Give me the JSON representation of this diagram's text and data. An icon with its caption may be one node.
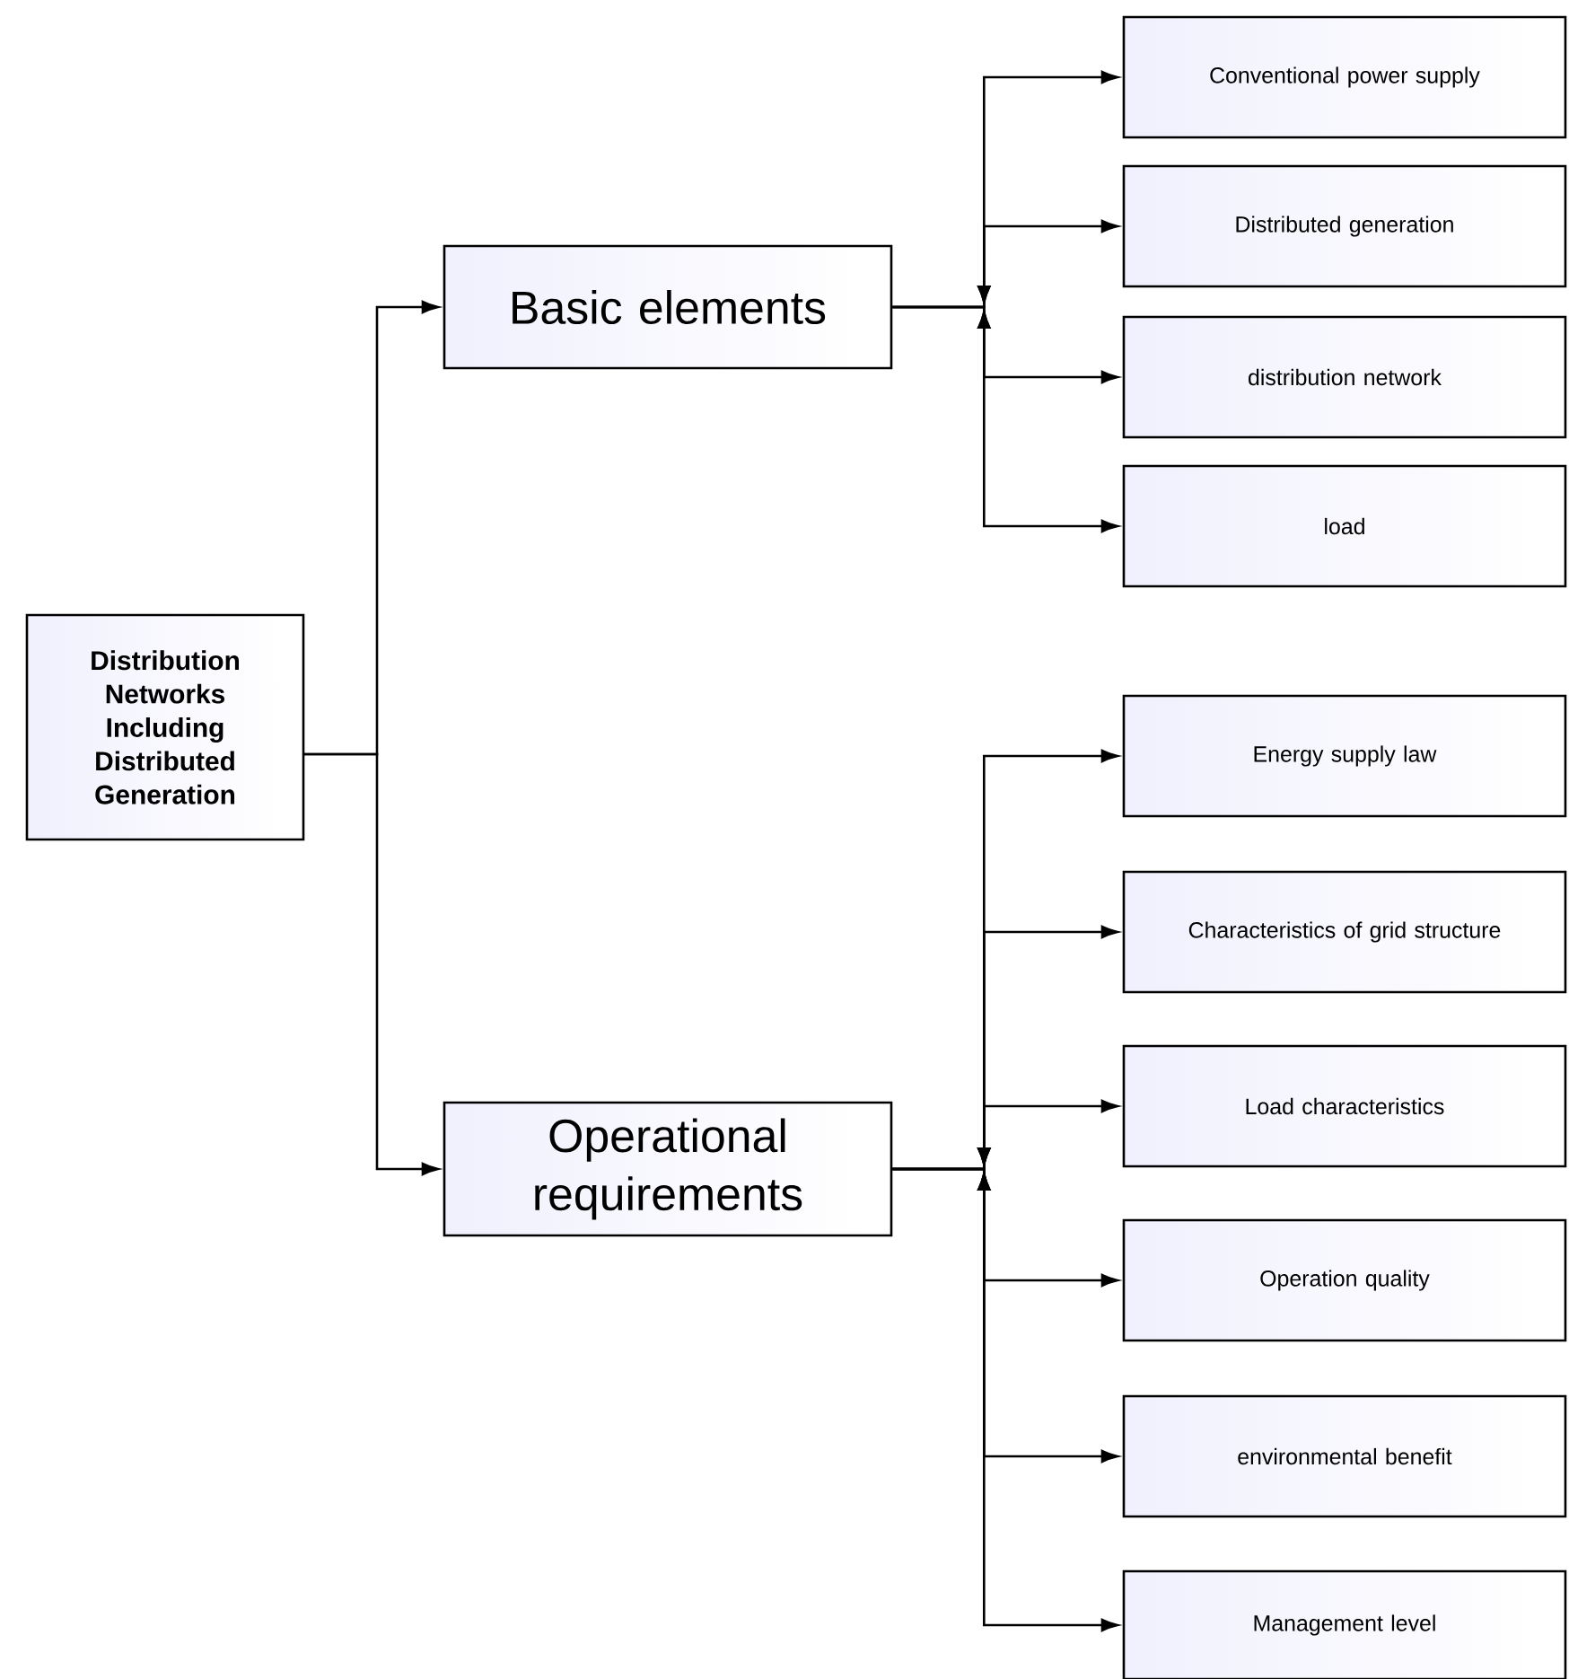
{
  "diagram": {
    "nodes": [
      {
        "text": [
          "Distribution Networks Including Distributed Generation"
        ]
      },
      {
        "text": [
          "Basic elements"
        ]
      },
      {
        "text": [
          "Operational requirements"
        ]
      },
      {
        "text": [
          "Conventional power supply"
        ]
      },
      {
        "text": [
          "Distributed generation"
        ]
      },
      {
        "text": [
          "distribution network"
        ]
      },
      {
        "text": [
          "load"
        ]
      },
      {
        "text": [
          "Energy supply law"
        ]
      },
      {
        "text": [
          "Characteristics of grid structure"
        ]
      },
      {
        "text": [
          "Load characteristics"
        ]
      },
      {
        "text": [
          "Operation quality"
        ]
      },
      {
        "text": [
          "environmental benefit"
        ]
      },
      {
        "text": [
          "Management level"
        ]
      }
    ],
    "edges": [
      {
        "from": 0,
        "to": 1,
        "arrow": "to"
      },
      {
        "from": 0,
        "to": 2,
        "arrow": "to"
      },
      {
        "from": 1,
        "to": 3,
        "arrow": "to"
      },
      {
        "from": 1,
        "to": 4,
        "arrow": "to"
      },
      {
        "from": 1,
        "to": 5,
        "arrow": "to"
      },
      {
        "from": 1,
        "to": 6,
        "arrow": "to"
      },
      {
        "from": 2,
        "to": 7,
        "arrow": "to"
      },
      {
        "from": 2,
        "to": 8,
        "arrow": "to"
      },
      {
        "from": 2,
        "to": 9,
        "arrow": "to"
      },
      {
        "from": 2,
        "to": 10,
        "arrow": "to"
      },
      {
        "from": 2,
        "to": 11,
        "arrow": "to"
      },
      {
        "from": 2,
        "to": 12,
        "arrow": "to"
      }
    ]
  }
}
